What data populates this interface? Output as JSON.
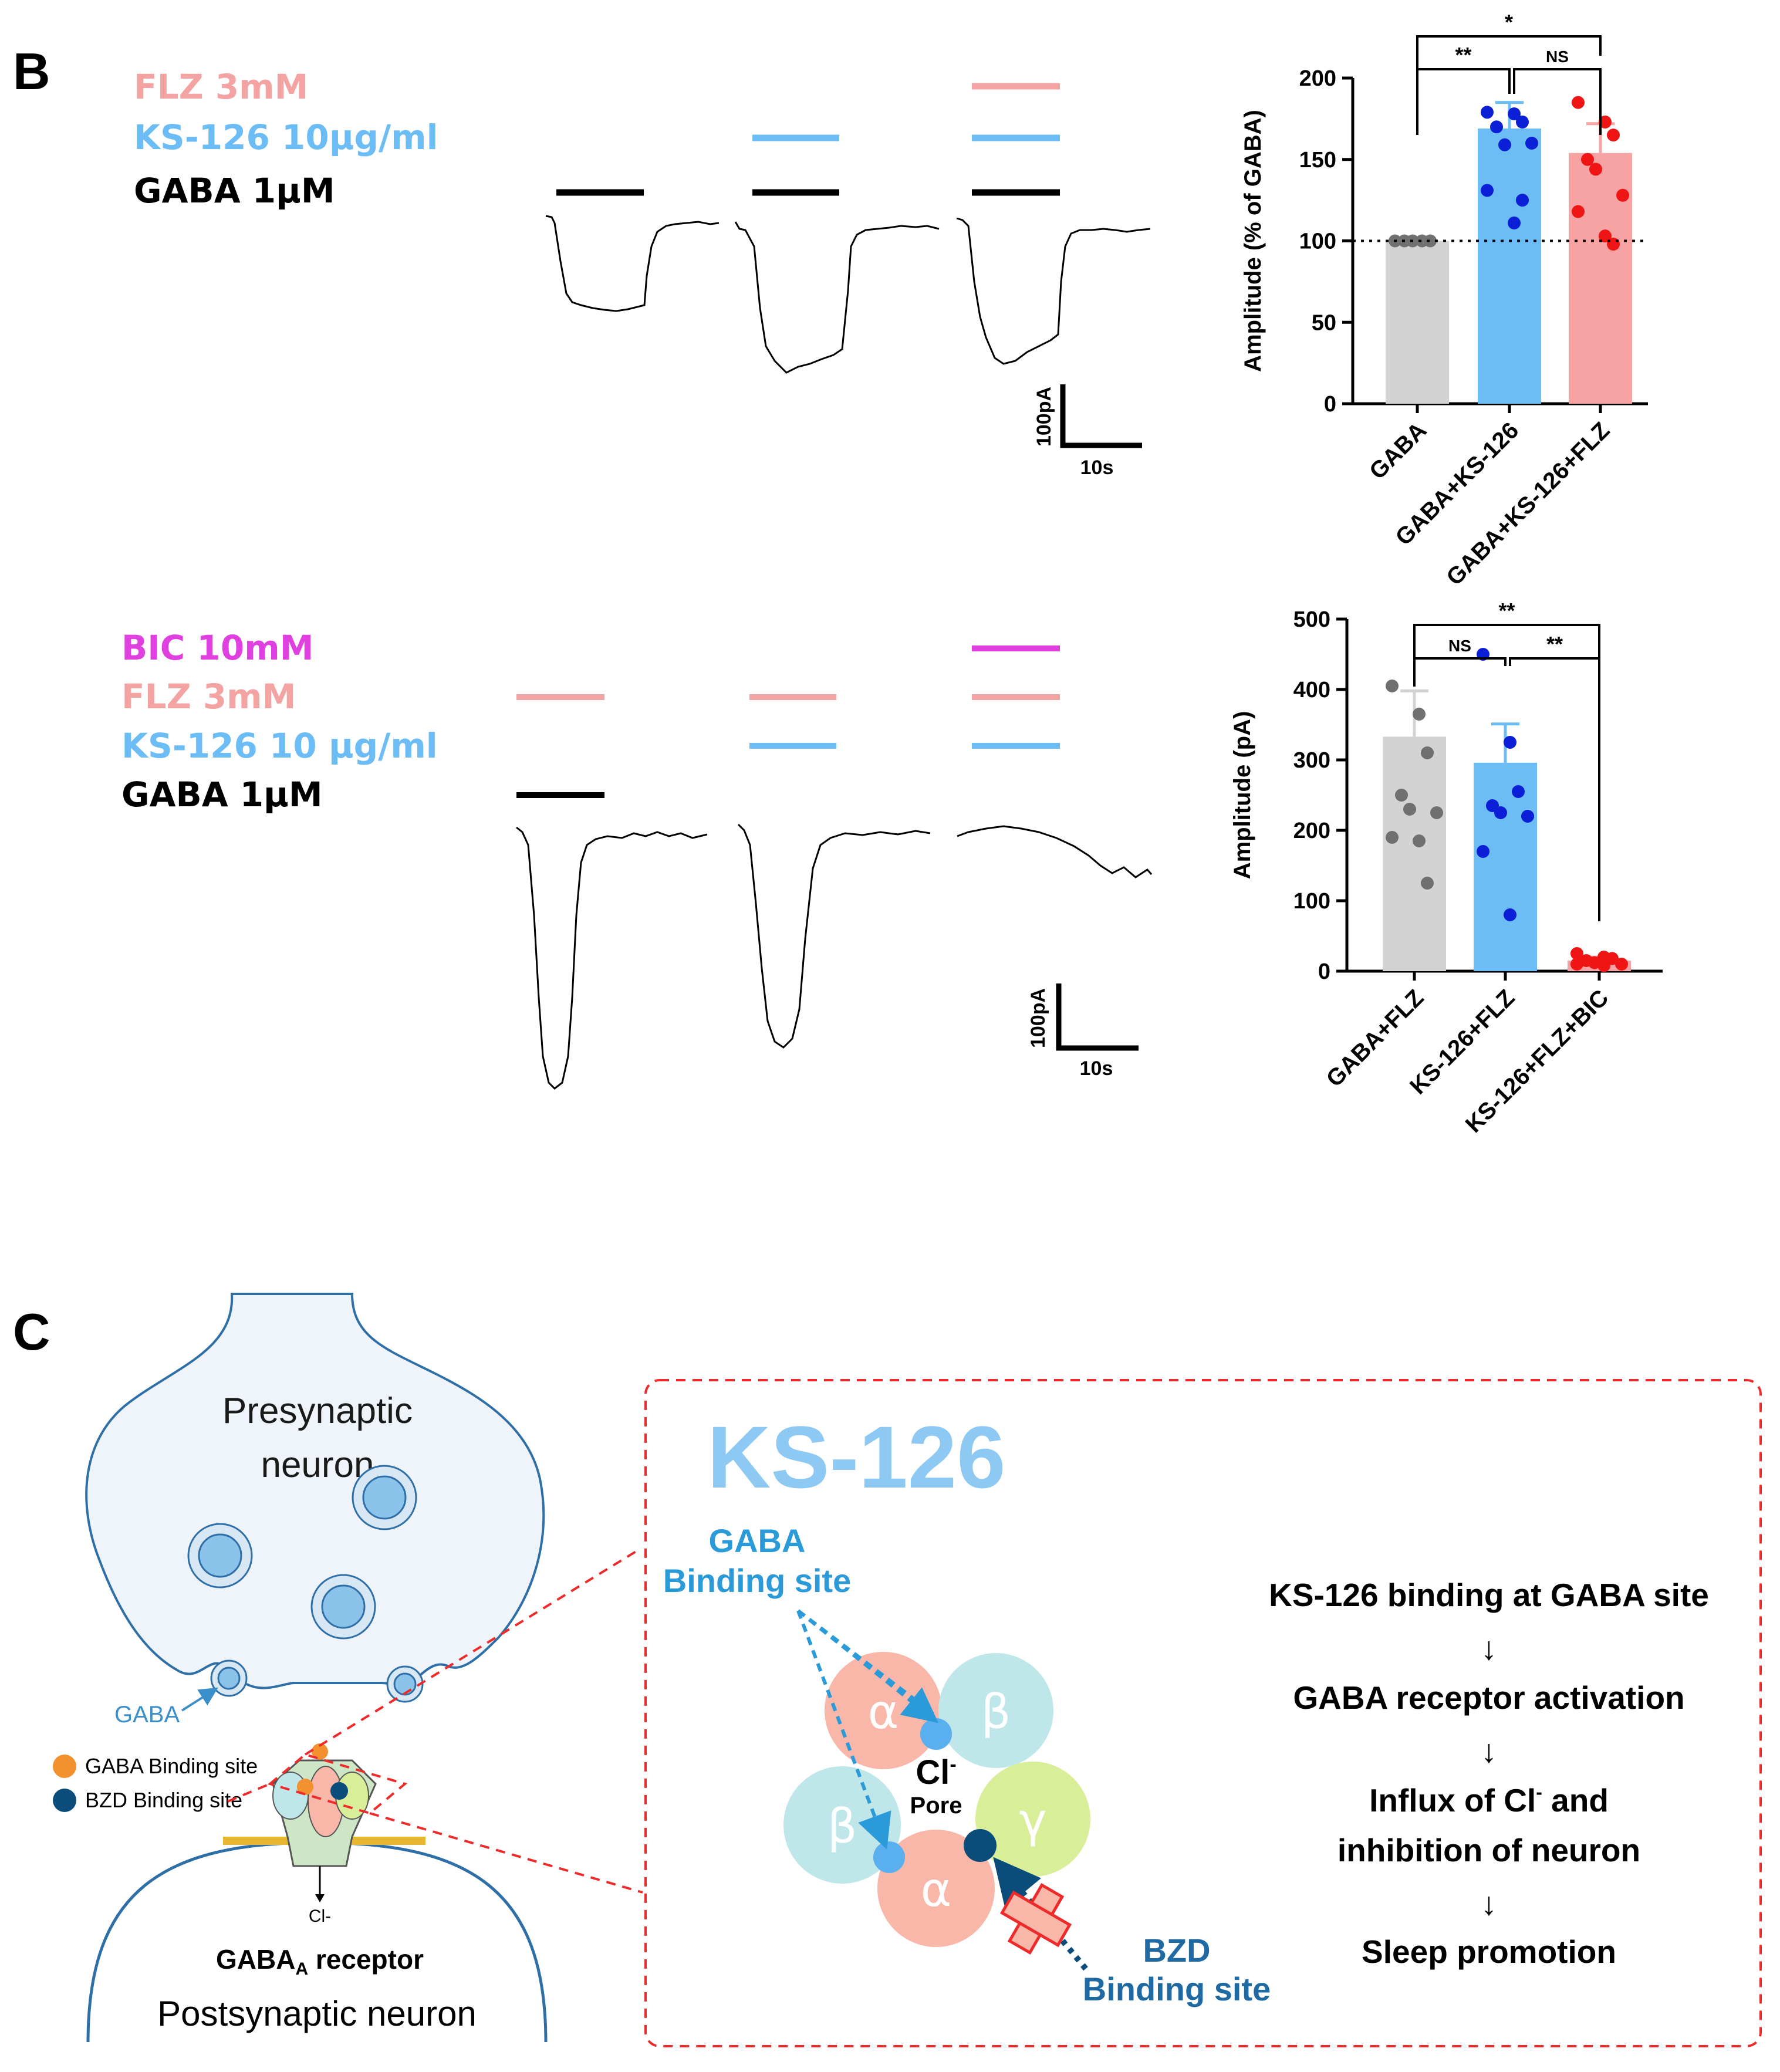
{
  "panel_b": {
    "letter": "B",
    "top_legend": [
      {
        "text": "FLZ 3mM",
        "color": "#f4a3a3"
      },
      {
        "text": "KS-126 10μg/ml",
        "color": "#6cbcf5"
      },
      {
        "text": "GABA 1μM",
        "color": "#000000"
      }
    ],
    "bottom_legend": [
      {
        "text": "BIC 10mM",
        "color": "#e040e0"
      },
      {
        "text": "FLZ 3mM",
        "color": "#f4a3a3"
      },
      {
        "text": "KS-126 10 μg/ml",
        "color": "#6cbcf5"
      },
      {
        "text": "GABA 1μM",
        "color": "#000000"
      }
    ],
    "scale_bar": {
      "amp": "100pA",
      "time": "10s"
    },
    "colors": {
      "grey_bar": "#d3d3d3",
      "blue_bar": "#6cbcf5",
      "pink_bar": "#f7a3a3",
      "grey_dot": "#707070",
      "blue_dot": "#0a1fd6",
      "red_dot": "#f01515",
      "magenta": "#e040e0"
    }
  },
  "chart_data": [
    {
      "type": "bar",
      "categories": [
        "GABA",
        "GABA+KS-126",
        "GABA+KS-126+FLZ"
      ],
      "values": [
        100,
        169,
        154
      ],
      "errors": [
        0,
        16,
        18
      ],
      "points": [
        [
          100,
          100,
          100,
          100,
          100
        ],
        [
          179,
          178,
          173,
          170,
          159,
          160,
          131,
          111,
          125
        ],
        [
          185,
          173,
          165,
          150,
          144,
          128,
          118,
          103,
          98
        ]
      ],
      "ylabel": "Amplitude (% of GABA)",
      "ylim": [
        0,
        200
      ],
      "yticks": [
        0,
        50,
        100,
        150,
        200
      ],
      "reference_line": 100,
      "significance": [
        {
          "pair": [
            0,
            1
          ],
          "label": "**"
        },
        {
          "pair": [
            1,
            2
          ],
          "label": "NS"
        },
        {
          "pair": [
            0,
            2
          ],
          "label": "*"
        }
      ]
    },
    {
      "type": "bar",
      "categories": [
        "GABA+FLZ",
        "KS-126+FLZ",
        "KS-126+FLZ+BIC"
      ],
      "values": [
        333,
        296,
        15
      ],
      "errors": [
        65,
        55,
        5
      ],
      "points": [
        [
          405,
          365,
          310,
          250,
          230,
          225,
          190,
          185,
          125
        ],
        [
          450,
          325,
          255,
          235,
          225,
          220,
          170,
          80
        ],
        [
          25,
          20,
          18,
          15,
          12,
          10,
          10,
          8
        ]
      ],
      "ylabel": "Amplitude (pA)",
      "ylim": [
        0,
        500
      ],
      "yticks": [
        0,
        100,
        200,
        300,
        400,
        500
      ],
      "significance": [
        {
          "pair": [
            0,
            1
          ],
          "label": "NS"
        },
        {
          "pair": [
            1,
            2
          ],
          "label": "**"
        },
        {
          "pair": [
            0,
            2
          ],
          "label": "**"
        }
      ]
    }
  ],
  "panel_c": {
    "letter": "C",
    "presynaptic": "Presynaptic",
    "neuron": "neuron",
    "gaba_label": "GABA",
    "legend_gaba_site": "GABA Binding site",
    "legend_bzd_site": "BZD Binding site",
    "cl_small": "Cl-",
    "receptor_label": "GABA",
    "receptor_sub": "A",
    "receptor_suffix": " receptor",
    "postsynaptic": "Postsynaptic neuron",
    "ks_title": "KS-126",
    "gaba_binding_1": "GABA",
    "gaba_binding_2": "Binding site",
    "cl_pore": "Cl",
    "cl_sup": "-",
    "pore": "Pore",
    "alpha": "α",
    "beta": "β",
    "gamma": "γ",
    "bzd_1": "BZD",
    "bzd_2": "Binding site",
    "flow": [
      "KS-126 binding  at GABA site",
      "GABA receptor activation",
      "Influx of Cl",
      " and",
      "inhibition  of neuron",
      "Sleep promotion"
    ],
    "arrow": "↓",
    "colors": {
      "ks_blue": "#8ec9f3",
      "dashed_red": "#ee2a2a",
      "membrane_blue": "#2f6fa8",
      "cell_fill": "#eef4fa",
      "alpha": "#f8b7a9",
      "beta": "#bfe7ea",
      "gamma": "#d8ee98",
      "site_blue": "#5ab0ee",
      "site_dark": "#0a4c7a",
      "orange": "#f39030"
    }
  }
}
